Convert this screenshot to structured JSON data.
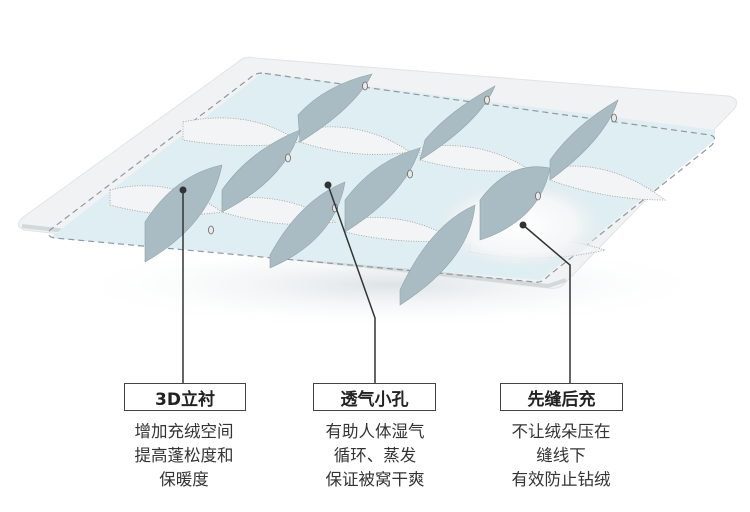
{
  "features": [
    {
      "title": "3D立衬",
      "lines": [
        "增加充绒空间",
        "提高蓬松度和",
        "保暖度"
      ]
    },
    {
      "title": "透气小孔",
      "lines": [
        "有助人体湿气",
        "循环、蒸发",
        "保证被窝干爽"
      ]
    },
    {
      "title": "先缝后充",
      "lines": [
        "不让绒朵压在",
        "缝线下",
        "有效防止钻绒"
      ]
    }
  ],
  "colors": {
    "panel": "#f0f2f3",
    "fill": "#dfeef3",
    "blade": "#a9bcc3",
    "line": "#333333"
  }
}
